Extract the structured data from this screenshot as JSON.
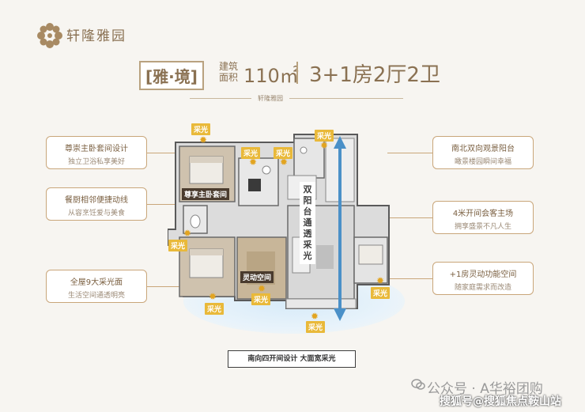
{
  "brand": {
    "name": "轩隆雅园",
    "small": "轩隆雅园"
  },
  "title": {
    "tag": "[雅·境]",
    "area_label": "建筑面积",
    "size": "110㎡",
    "layout": "3+1房2厅2卫"
  },
  "features_left": [
    {
      "title": "尊崇主卧套间设计",
      "sub": "独立卫浴私享美好"
    },
    {
      "title": "餐厨相邻便捷动线",
      "sub": "从容烹饪爱与美食"
    },
    {
      "title": "全屋9大采光面",
      "sub": "生活空间通透明亮"
    }
  ],
  "features_right": [
    {
      "title": "南北双向观景阳台",
      "sub": "瞰景楼园瞬间幸福"
    },
    {
      "title": "4米开间会客主场",
      "sub": "拥享盛景不凡人生"
    },
    {
      "title": "+1房灵动功能空间",
      "sub": "随家庭需求而改造"
    }
  ],
  "plan": {
    "light_label": "采光",
    "master_suite": "尊享主卧套间",
    "flex_space": "灵动空间",
    "vertical_label": "双阳台通透采光"
  },
  "banner": "南向四开间设计 大面宽采光",
  "watermark": {
    "line1": "公众号 · A华裕团购",
    "line2": "搜狐号@搜狐焦点鞍山站"
  },
  "colors": {
    "accent": "#8a7152",
    "light_badge": "#e9b93a",
    "room_badge": "#4a3b2e",
    "arrow": "#4a90c8"
  }
}
